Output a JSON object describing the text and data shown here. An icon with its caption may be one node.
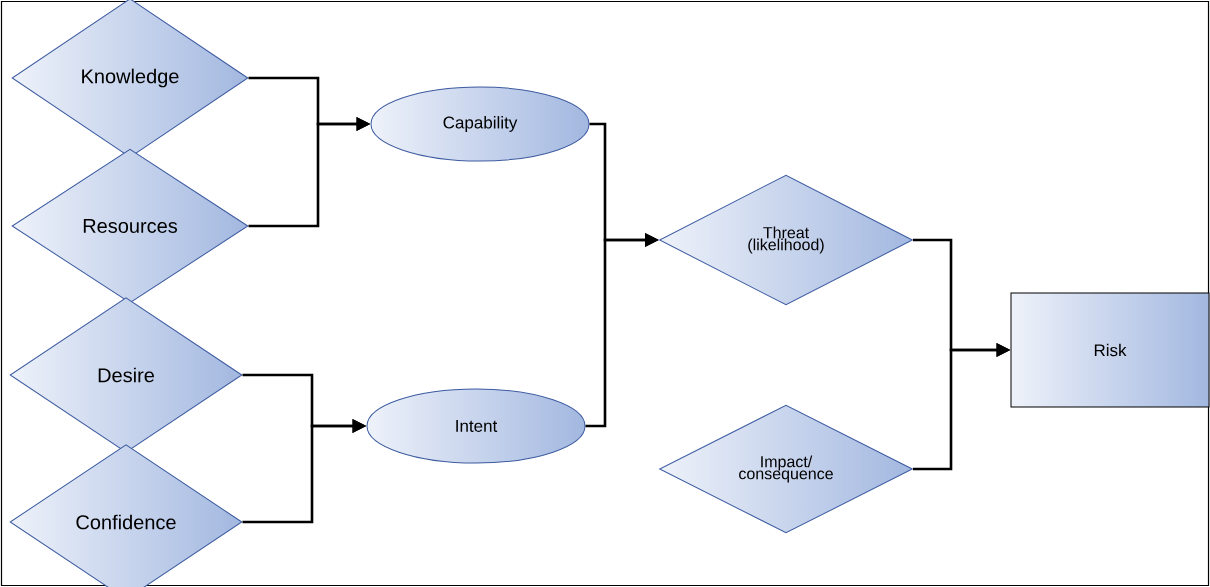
{
  "diagram": {
    "nodes": [
      {
        "text": [
          "Knowledge"
        ]
      },
      {
        "text": [
          "Resources"
        ]
      },
      {
        "text": [
          "Desire"
        ]
      },
      {
        "text": [
          "Confidence"
        ]
      },
      {
        "text": [
          "Capability"
        ]
      },
      {
        "text": [
          "Intent"
        ]
      },
      {
        "text": [
          "Threat (likelihood)"
        ]
      },
      {
        "text": [
          "Impact/ consequence"
        ]
      },
      {
        "text": [
          "Risk"
        ]
      }
    ],
    "edges": [
      {
        "from": 0,
        "to": 4,
        "arrow": "to"
      },
      {
        "from": 1,
        "to": 4,
        "arrow": "to"
      },
      {
        "from": 2,
        "to": 5,
        "arrow": "to"
      },
      {
        "from": 3,
        "to": 5,
        "arrow": "to"
      },
      {
        "from": 4,
        "to": 6,
        "arrow": "to"
      },
      {
        "from": 5,
        "to": 6,
        "arrow": "to"
      },
      {
        "from": 6,
        "to": 8,
        "arrow": "to"
      },
      {
        "from": 7,
        "to": 8,
        "arrow": "to"
      }
    ]
  }
}
